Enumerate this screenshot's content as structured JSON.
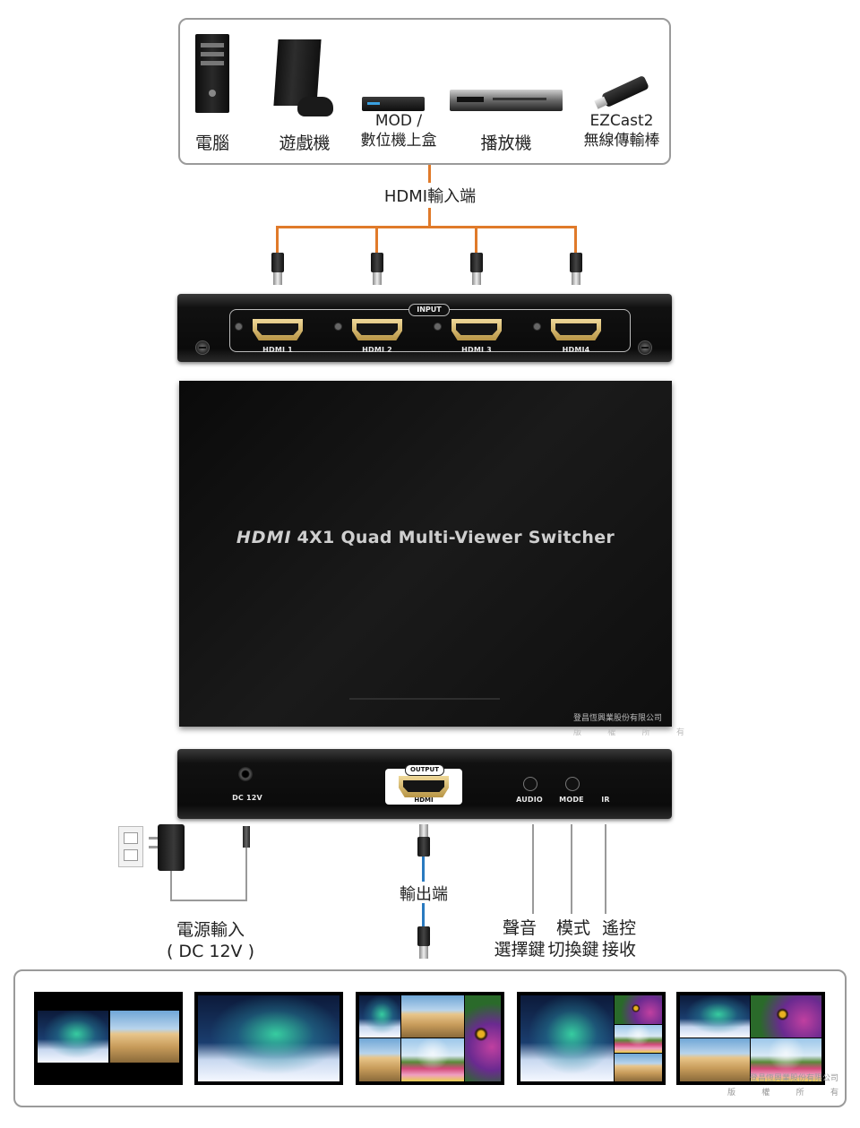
{
  "sources": {
    "items": [
      {
        "line1": "",
        "line2": "電腦"
      },
      {
        "line1": "",
        "line2": "遊戲機"
      },
      {
        "line1": "MOD /",
        "line2": "數位機上盒"
      },
      {
        "line1": "",
        "line2": "播放機"
      },
      {
        "line1": "EZCast2",
        "line2": "無線傳輸棒"
      }
    ]
  },
  "input_label": "HDMI輸入端",
  "input_panel": {
    "input_tag": "INPUT",
    "ports": [
      "HDMI 1",
      "HDMI 2",
      "HDMI 3",
      "HDMI4"
    ]
  },
  "device": {
    "logo": "HDMI",
    "title": "4X1 Quad Multi-Viewer Switcher"
  },
  "watermark": {
    "line1": "登昌恆興業股份有限公司",
    "line2": [
      "版",
      "權",
      "所",
      "有"
    ]
  },
  "rear_panel": {
    "dc_label": "DC 12V",
    "output_tag": "OUTPUT",
    "output_port": "HDMI",
    "audio_label": "AUDIO",
    "mode_label": "MODE",
    "ir_label": "IR"
  },
  "labels": {
    "power_line1": "電源輸入",
    "power_line2": "( DC 12V )",
    "output": "輸出端",
    "audio_line1": "聲音",
    "audio_line2": "選擇鍵",
    "mode_line1": "模式",
    "mode_line2": "切換鍵",
    "ir_line1": "遙控",
    "ir_line2": "接收"
  },
  "colors": {
    "input_cable": "#e07a2a",
    "output_cable": "#2a7ac0",
    "border": "#9a9a9a"
  }
}
